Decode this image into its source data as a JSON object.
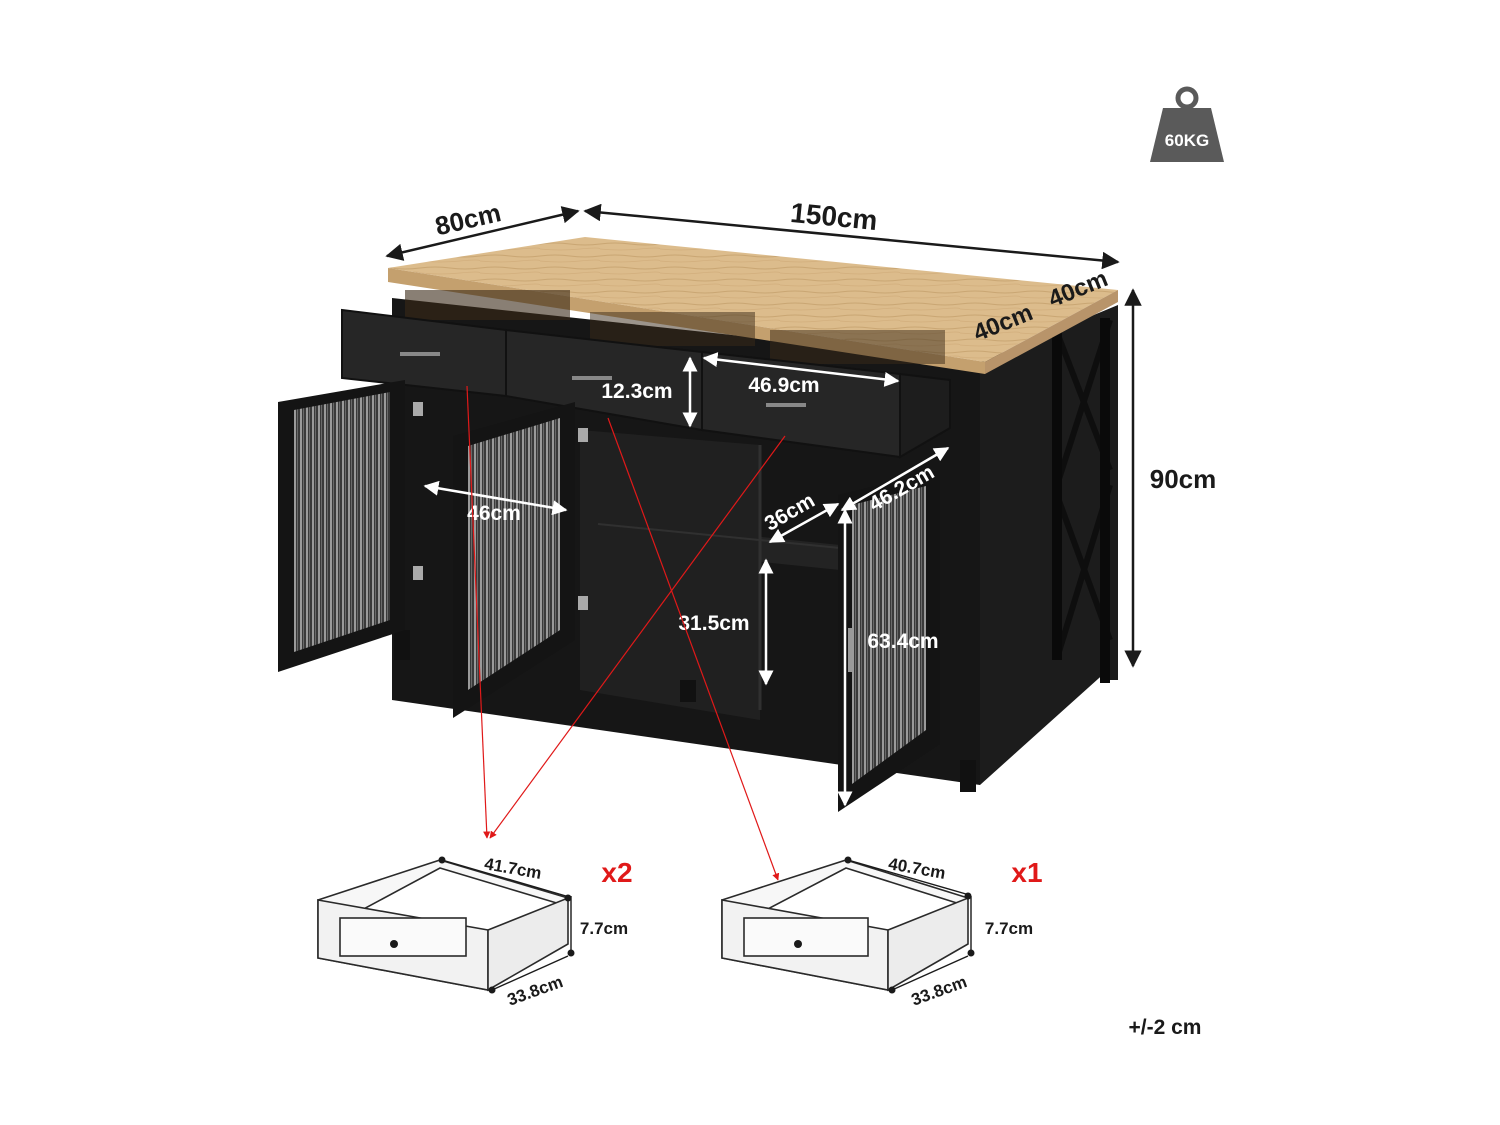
{
  "weight": {
    "label": "60KG"
  },
  "dimensions": {
    "depth": "80cm",
    "width": "150cm",
    "height": "90cm",
    "side_left": "40cm",
    "side_right": "40cm",
    "drawer_height": "12.3cm",
    "drawer_width": "46.9cm",
    "cabinet_inner_width": "46cm",
    "shelf_depth": "36cm",
    "door_width": "46.2cm",
    "shelf_height": "31.5cm",
    "door_height": "63.4cm"
  },
  "drawer_detail_small": {
    "width": "41.7cm",
    "height": "7.7cm",
    "depth": "33.8cm",
    "quantity": "x2"
  },
  "drawer_detail_large": {
    "width": "40.7cm",
    "height": "7.7cm",
    "depth": "33.8cm",
    "quantity": "x1"
  },
  "tolerance": "+/-2 cm",
  "colors": {
    "wood_top": "#d8b888",
    "cabinet_body": "#1c1c1c",
    "leader_line": "#e01919",
    "quantity_text": "#e01919"
  }
}
